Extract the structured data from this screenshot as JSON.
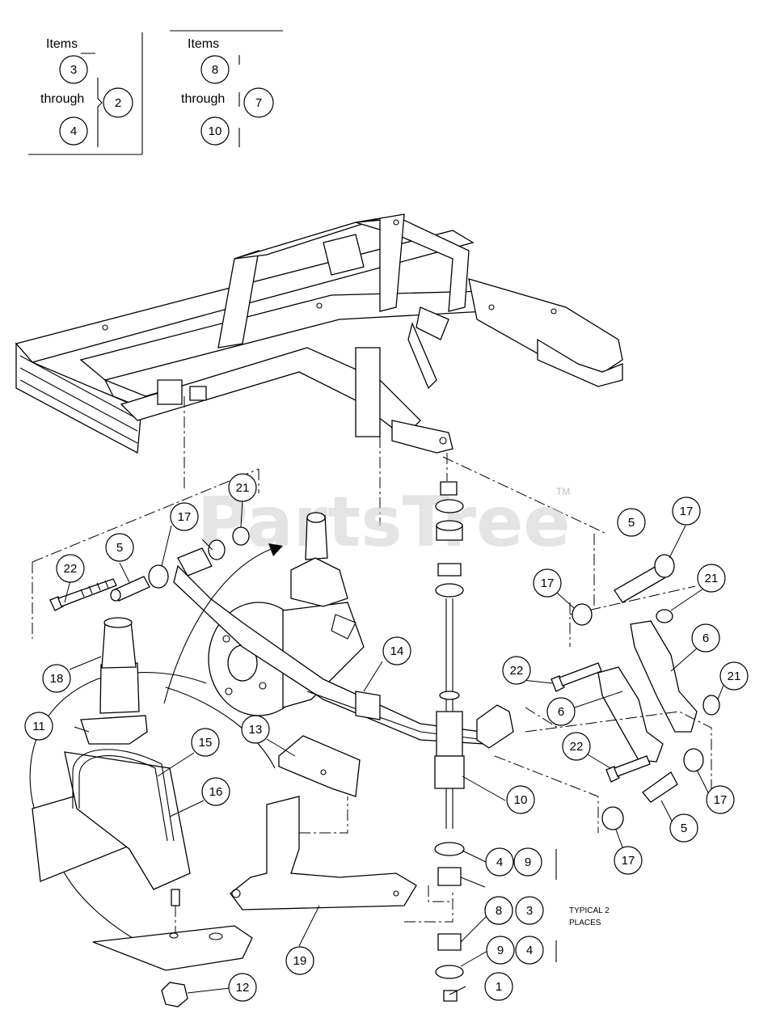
{
  "legend": {
    "left": {
      "heading": "Items",
      "joiner": "through",
      "top_item": "3",
      "bottom_item": "4",
      "result_item": "2"
    },
    "right": {
      "heading": "Items",
      "joiner": "through",
      "top_item": "8",
      "bottom_item": "10",
      "result_item": "7"
    }
  },
  "watermark": {
    "text": "PartsTree",
    "trademark": "TM"
  },
  "note": {
    "line1": "TYPICAL 2",
    "line2": "PLACES"
  },
  "callouts": [
    {
      "id": "c1",
      "text": "1"
    },
    {
      "id": "c3a",
      "text": "3"
    },
    {
      "id": "c3b",
      "text": "3"
    },
    {
      "id": "c4a",
      "text": "4"
    },
    {
      "id": "c4b",
      "text": "4"
    },
    {
      "id": "c5a",
      "text": "5"
    },
    {
      "id": "c5b",
      "text": "5"
    },
    {
      "id": "c5c",
      "text": "5"
    },
    {
      "id": "c6a",
      "text": "6"
    },
    {
      "id": "c6b",
      "text": "6"
    },
    {
      "id": "c8a",
      "text": "8"
    },
    {
      "id": "c8b",
      "text": "8"
    },
    {
      "id": "c9a",
      "text": "9"
    },
    {
      "id": "c9b",
      "text": "9"
    },
    {
      "id": "c10",
      "text": "10"
    },
    {
      "id": "c11",
      "text": "11"
    },
    {
      "id": "c12",
      "text": "12"
    },
    {
      "id": "c13",
      "text": "13"
    },
    {
      "id": "c14",
      "text": "14"
    },
    {
      "id": "c15",
      "text": "15"
    },
    {
      "id": "c16",
      "text": "16"
    },
    {
      "id": "c17a",
      "text": "17"
    },
    {
      "id": "c17b",
      "text": "17"
    },
    {
      "id": "c17c",
      "text": "17"
    },
    {
      "id": "c17d",
      "text": "17"
    },
    {
      "id": "c17e",
      "text": "17"
    },
    {
      "id": "c18",
      "text": "18"
    },
    {
      "id": "c19",
      "text": "19"
    },
    {
      "id": "c21a",
      "text": "21"
    },
    {
      "id": "c21b",
      "text": "21"
    },
    {
      "id": "c21c",
      "text": "21"
    },
    {
      "id": "c22a",
      "text": "22"
    },
    {
      "id": "c22b",
      "text": "22"
    },
    {
      "id": "c22c",
      "text": "22"
    }
  ]
}
